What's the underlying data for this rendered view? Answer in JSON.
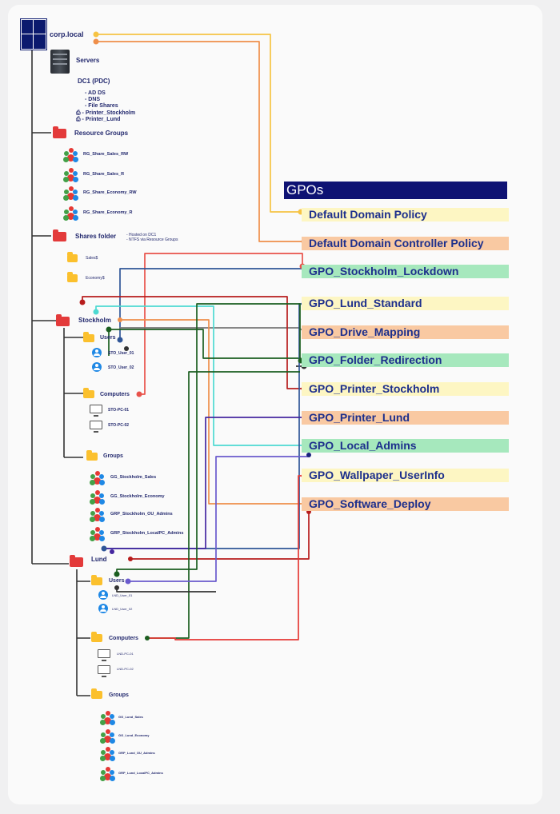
{
  "domain_root": {
    "label": "corp.local",
    "icon": "windows-logo-icon"
  },
  "servers": {
    "label": "Servers",
    "dc_label": "DC1 (PDC)",
    "roles": [
      "AD DS",
      "DNS",
      "File Shares"
    ],
    "printers": [
      "Printer_Stockholm",
      "Printer_Lund"
    ]
  },
  "resource_groups": {
    "label": "Resource Groups",
    "items": [
      "RG_Share_Sales_RW",
      "RG_Share_Sales_R",
      "RG_Share_Economy_RW",
      "RG_Share_Economy_R"
    ]
  },
  "shares_folder": {
    "label": "Shares folder",
    "notes": [
      "- Hosted on DC1",
      "- NTFS via Resource Groups"
    ],
    "items": [
      "Sales$",
      "Economy$"
    ]
  },
  "stockholm": {
    "label": "Stockholm",
    "users_label": "Users",
    "users": [
      "STO_User_01",
      "STO_User_02"
    ],
    "computers_label": "Computers",
    "computers": [
      "STO-PC-01",
      "STO-PC-02"
    ],
    "groups_label": "Groups",
    "groups": [
      "GG_Stockholm_Sales",
      "GG_Stockholm_Economy",
      "GRP_Stockholm_OU_Admins",
      "GRP_Stockholm_LocalPC_Admins"
    ]
  },
  "lund": {
    "label": "Lund",
    "users_label": "Users",
    "users": [
      "LND_User_01",
      "LND_User_02"
    ],
    "computers_label": "Computers",
    "computers": [
      "LND-PC-01",
      "LND-PC-02"
    ],
    "groups_label": "Groups",
    "groups": [
      "GG_Lund_Sales",
      "GG_Lund_Economy",
      "GRP_Lund_OU_Admins",
      "GRP_Lund_LocalPC_Admins"
    ]
  },
  "gpos": {
    "header": "GPOs",
    "items": [
      {
        "name": "Default Domain Policy",
        "fill": "#fdf6c3",
        "line": "#f6c343"
      },
      {
        "name": "Default Domain Controller Policy",
        "fill": "#f9c9a2",
        "line": "#ef8f4a"
      },
      {
        "name": "GPO_Stockholm_Lockdown",
        "fill": "#a6e8bd",
        "line": "#e8524a"
      },
      {
        "name": "GPO_Lund_Standard",
        "fill": "#fdf6c3",
        "line": "#2f5597"
      },
      {
        "name": "GPO_Drive_Mapping",
        "fill": "#f9c9a2",
        "line": "#777777"
      },
      {
        "name": "GPO_Folder_Redirection",
        "fill": "#a6e8bd",
        "line": "#1b5e20"
      },
      {
        "name": "GPO_Printer_Stockholm",
        "fill": "#fdf6c3",
        "line": "#b71c1c"
      },
      {
        "name": "GPO_Printer_Lund",
        "fill": "#f9c9a2",
        "line": "#4527a0"
      },
      {
        "name": "GPO_Local_Admins",
        "fill": "#a6e8bd",
        "line": "#4dd9d2"
      },
      {
        "name": "GPO_Wallpaper_UserInfo",
        "fill": "#fdf6c3",
        "line": "#1a237e"
      },
      {
        "name": "GPO_Software_Deploy",
        "fill": "#f9c9a2",
        "line": "#e53935"
      }
    ]
  }
}
